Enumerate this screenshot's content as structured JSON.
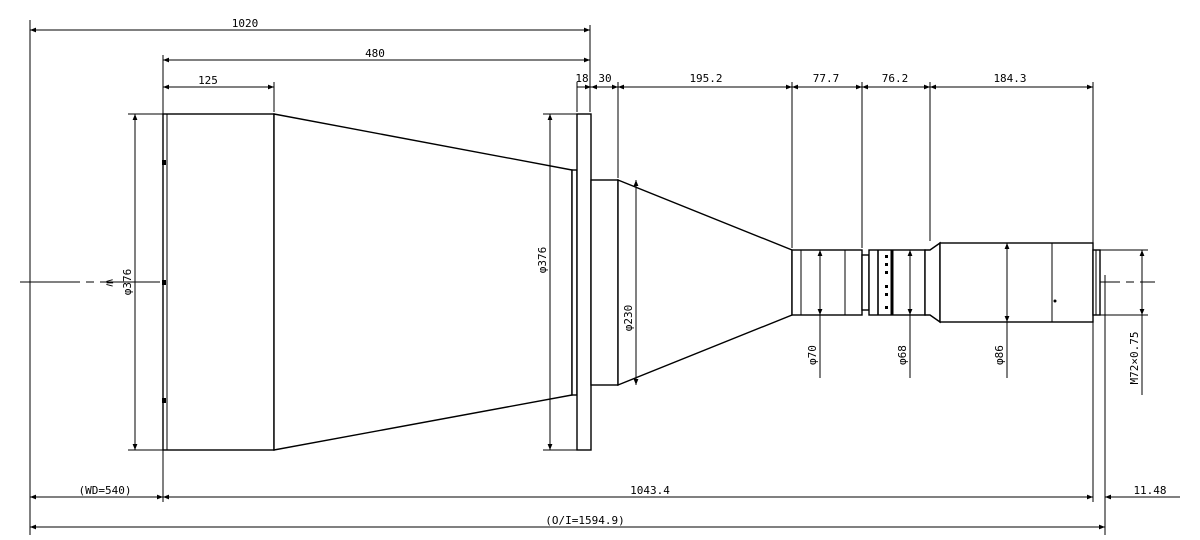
{
  "drawing": {
    "top_dimensions": {
      "total_length": "1020",
      "front_to_flange": "480",
      "front_cylinder": "125",
      "flange": "18",
      "neck": "30",
      "cone": "195.2",
      "barrel": "77.7",
      "focus_ring": "76.2",
      "rear_tube": "184.3"
    },
    "diameters": {
      "front_left": "φ376",
      "front_flange": "φ376",
      "body": "φ230",
      "barrel": "φ70",
      "focus_ring": "φ68",
      "rear_tube": "φ86",
      "mount_thread": "M72×0.75"
    },
    "bottom_dimensions": {
      "working_distance": "(WD=540)",
      "lens_length": "1043.4",
      "back_focus": "11.48",
      "object_to_image": "(O/I=1594.9)"
    },
    "object_mark": "⚟"
  }
}
